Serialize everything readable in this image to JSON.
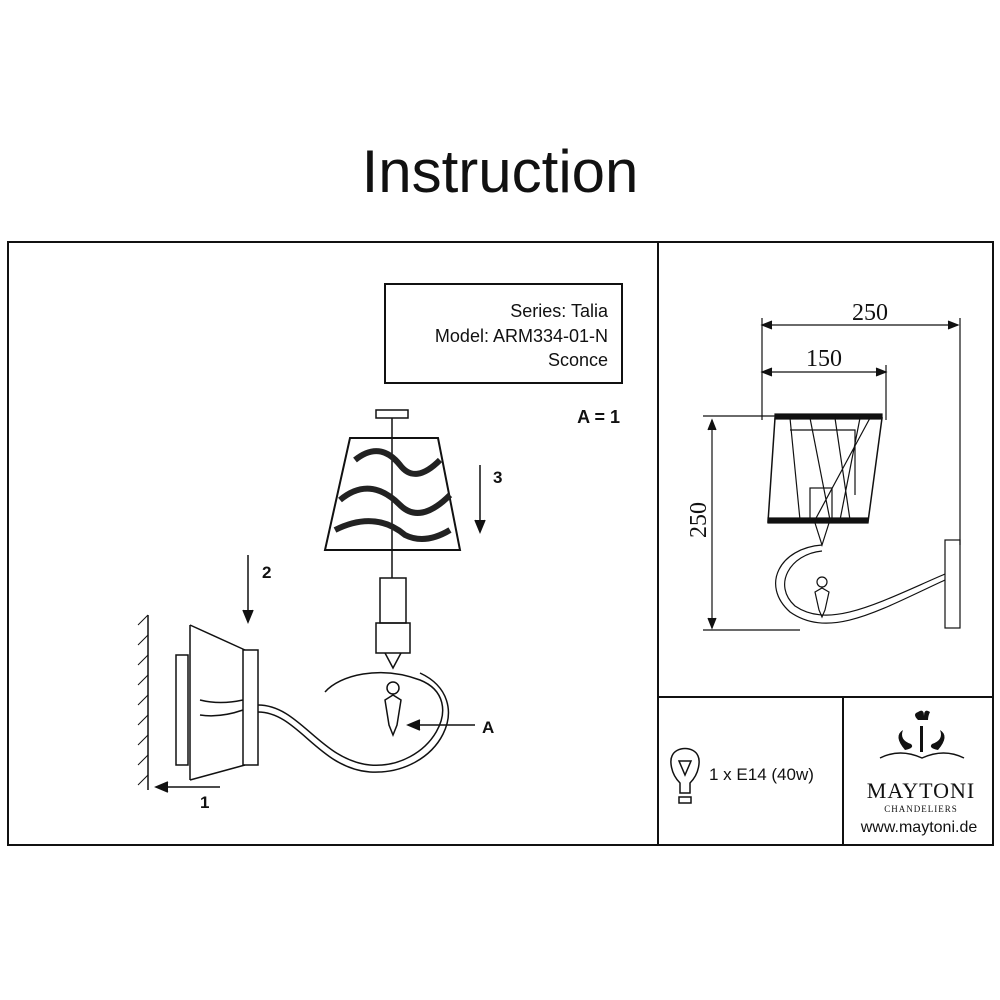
{
  "title": "Instruction",
  "info_box": {
    "series": "Series: Talia",
    "model": "Model: ARM334-01-N",
    "type": "Sconce"
  },
  "legend_part": "A = 1",
  "steps": {
    "step1": "1",
    "step2": "2",
    "step3": "3",
    "partA": "A"
  },
  "dimensions": {
    "total_width": "250",
    "shade_width": "150",
    "height": "250"
  },
  "bulb": {
    "icon": "light-bulb-icon",
    "spec": "1 x E14 (40w)"
  },
  "brand": {
    "name": "MAYTONI",
    "subtitle": "CHANDELIERS",
    "website": "www.maytoni.de"
  }
}
